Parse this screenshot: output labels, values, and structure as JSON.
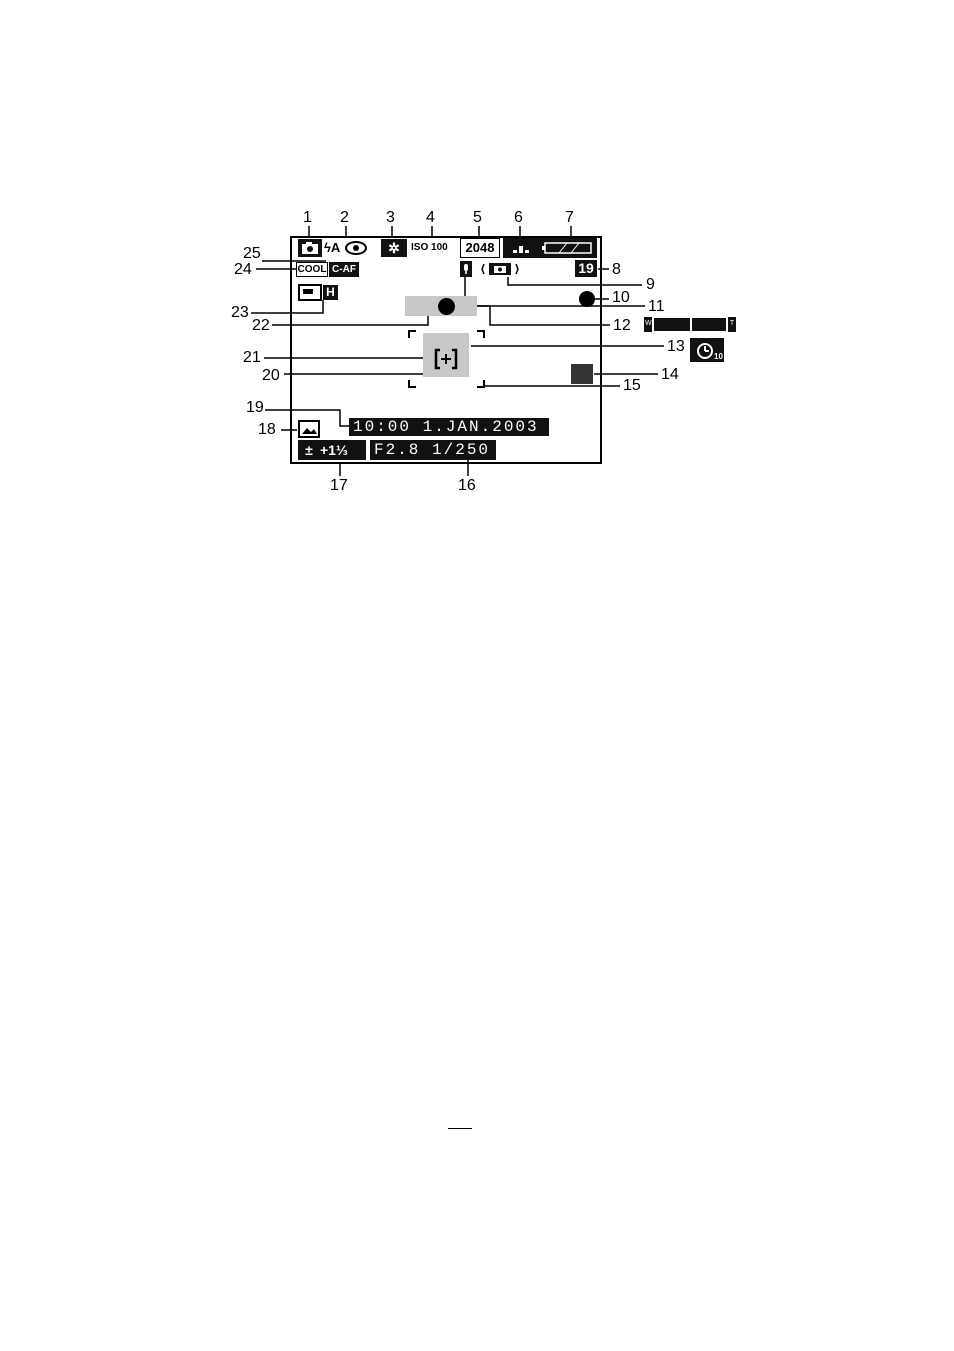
{
  "callouts": {
    "c1": "1",
    "c2": "2",
    "c3": "3",
    "c4": "4",
    "c5": "5",
    "c6": "6",
    "c7": "7",
    "c8": "8",
    "c9": "9",
    "c10": "10",
    "c11": "11",
    "c12": "12",
    "c13": "13",
    "c14": "14",
    "c15": "15",
    "c16": "16",
    "c17": "17",
    "c18": "18",
    "c19": "19",
    "c20": "20",
    "c21": "21",
    "c22": "22",
    "c23": "23",
    "c24": "24",
    "c25": "25"
  },
  "lcd": {
    "iso": "ISO 100",
    "resolution": "2048",
    "flash": "ϟA",
    "picture_count": "19",
    "white_balance": "COOL",
    "af_mode": "C-AF",
    "jpeg_quality": "H",
    "date_time": "10:00  1.JAN.2003",
    "aperture_shutter": "F2.8 1/250",
    "exposure_comp": "+1⅓",
    "exposure_comp_symbol": "±",
    "zoom_wide": "W",
    "zoom_tele": "T"
  },
  "icons": [
    "camera-icon",
    "red-eye-icon",
    "white-balance-sun-icon",
    "quality-icon",
    "battery-icon",
    "audio-icon",
    "stabilizer-icon",
    "self-timer-icon",
    "backlight-icon",
    "histogram-icon",
    "focus-area-icon",
    "zoom-bar-icon"
  ]
}
